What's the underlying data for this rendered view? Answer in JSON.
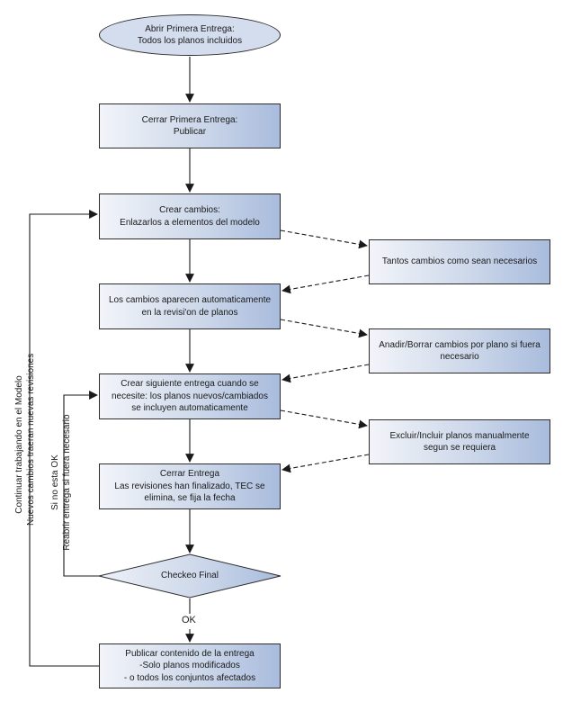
{
  "nodes": {
    "start": {
      "line1": "Abrir Primera Entrega:",
      "line2": "Todos los planos incluidos"
    },
    "close_first": {
      "line1": "Cerrar Primera Entrega:",
      "line2": "Publicar"
    },
    "create_changes": {
      "line1": "Crear cambios:",
      "line2": "Enlazarlos a elementos del modelo"
    },
    "changes_appear": {
      "line1": "Los cambios aparecen automaticamente",
      "line2": "en la revisi'on de planos"
    },
    "next_delivery": {
      "line1": "Crear siguiente entrega cuando se",
      "line2": "necesite: los planos nuevos/cambiados",
      "line3": "se incluyen automaticamente"
    },
    "close_delivery": {
      "line1": "Cerrar Entrega",
      "line2": "Las revisiones han finalizado, TEC se",
      "line3": "elimina, se fija la fecha"
    },
    "final_check": {
      "line1": "Checkeo Final"
    },
    "publish": {
      "line1": "Publicar contenido de la entrega",
      "line2": "-Solo planos modificados",
      "line3": "- o todos los conjuntos afectados"
    },
    "side_many_changes": {
      "line1": "Tantos cambios como sean necesarios"
    },
    "side_add_remove": {
      "line1": "Anadir/Borrar cambios por plano si fuera",
      "line2": "necesario"
    },
    "side_exclude_include": {
      "line1": "Excluir/Incluir planos manualmente",
      "line2": "segun se requiera"
    }
  },
  "edge_labels": {
    "ok": "OK",
    "loop_outer": {
      "line1": "Continuar trabajando en el Modelo",
      "line2": "Nuevos cambios traeran nuevas revisiones"
    },
    "loop_inner": {
      "line1": "Si no esta OK",
      "line2": "Reabrir entrega si fuera necesario"
    }
  },
  "colors": {
    "box_light": "#f2f4f9",
    "box_mid": "#cdd8ea",
    "box_dark": "#a9bcdd",
    "ellipse_fill": "#d4ddee",
    "stroke": "#2b2b2b"
  }
}
